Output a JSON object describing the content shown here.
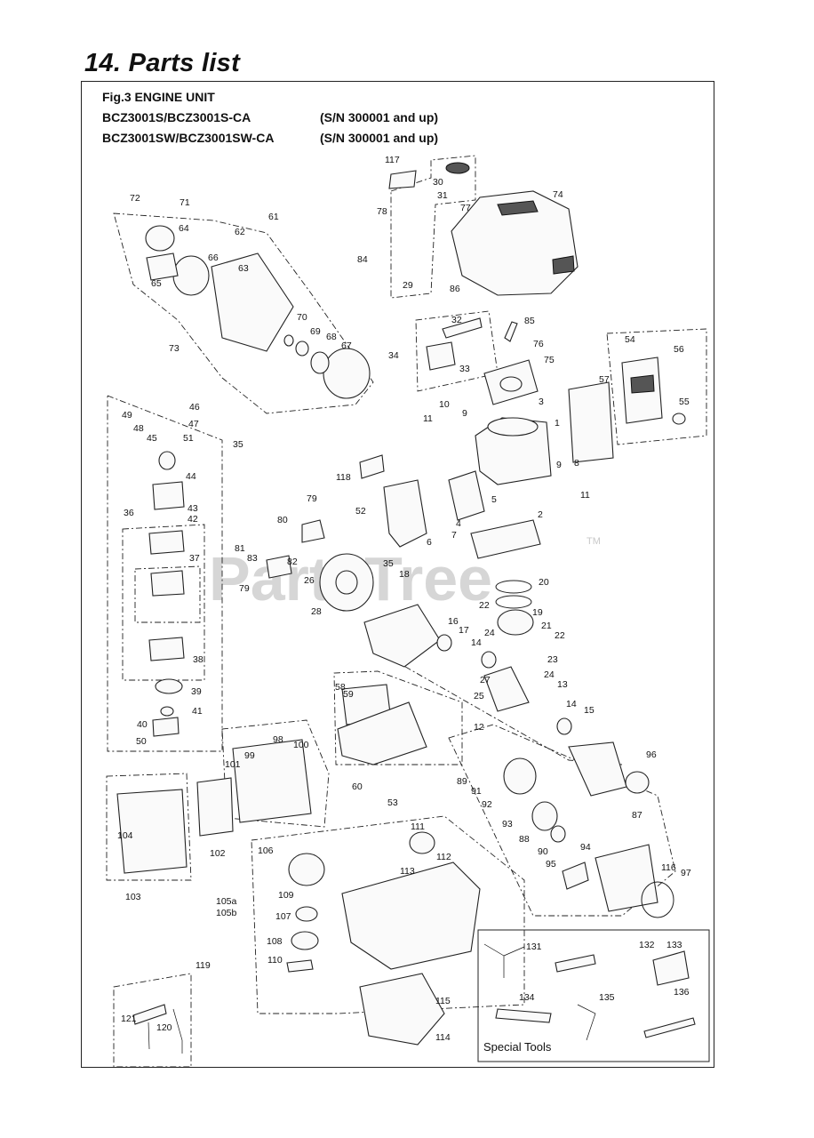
{
  "page": {
    "title": "14. Parts list"
  },
  "figure": {
    "title": "Fig.3 ENGINE UNIT",
    "models": [
      {
        "model": "BCZ3001S/BCZ3001S-CA",
        "serial": "(S/N 300001 and up)"
      },
      {
        "model": "BCZ3001SW/BCZ3001SW-CA",
        "serial": "(S/N 300001 and up)"
      }
    ]
  },
  "watermark": {
    "text": "PartsTree",
    "mark": "TM"
  },
  "special_tools": {
    "label": "Special Tools"
  },
  "callouts": [
    "117",
    "30",
    "31",
    "74",
    "78",
    "77",
    "72",
    "71",
    "61",
    "64",
    "62",
    "66",
    "63",
    "65",
    "84",
    "29",
    "86",
    "32",
    "85",
    "73",
    "70",
    "69",
    "68",
    "67",
    "34",
    "76",
    "75",
    "54",
    "56",
    "33",
    "3",
    "57",
    "55",
    "46",
    "49",
    "47",
    "48",
    "45",
    "51",
    "35",
    "10",
    "11",
    "9",
    "1",
    "44",
    "118",
    "9",
    "8",
    "11",
    "5",
    "79",
    "43",
    "42",
    "52",
    "7",
    "6",
    "4",
    "2",
    "36",
    "80",
    "37",
    "81",
    "83",
    "82",
    "26",
    "35",
    "79",
    "18",
    "20",
    "28",
    "22",
    "19",
    "21",
    "22",
    "16",
    "17",
    "14",
    "24",
    "23",
    "38",
    "27",
    "24",
    "39",
    "25",
    "13",
    "41",
    "40",
    "50",
    "58",
    "12",
    "14",
    "15",
    "59",
    "98",
    "100",
    "99",
    "96",
    "101",
    "89",
    "91",
    "92",
    "60",
    "53",
    "93",
    "87",
    "111",
    "88",
    "104",
    "106",
    "90",
    "102",
    "112",
    "94",
    "116",
    "97",
    "113",
    "95",
    "109",
    "105a",
    "105b",
    "107",
    "103",
    "108",
    "110",
    "131",
    "132",
    "133",
    "119",
    "115",
    "134",
    "135",
    "136",
    "121",
    "120",
    "114"
  ]
}
